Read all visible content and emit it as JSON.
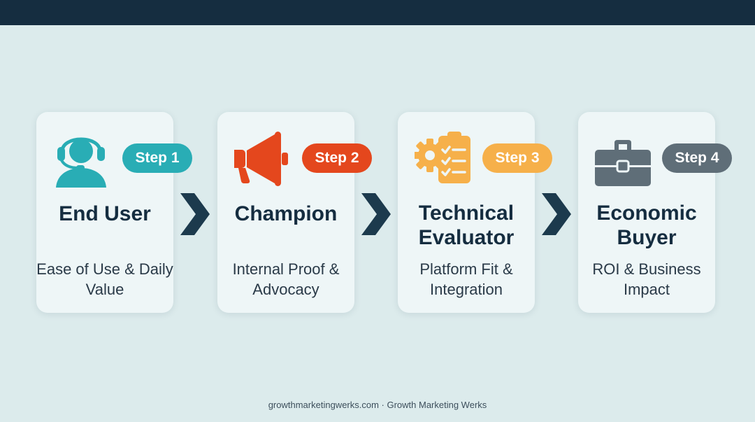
{
  "colors": {
    "background": "#dcebec",
    "header": "#152d40",
    "card": "#eef6f7",
    "chevron": "#1c3a4d"
  },
  "steps": [
    {
      "badge": "Step 1",
      "title": "End User",
      "description": "Ease of Use & Daily Value",
      "icon": "headset-user-icon",
      "color": "#29adb5"
    },
    {
      "badge": "Step 2",
      "title": "Champion",
      "description": "Internal Proof & Advocacy",
      "icon": "megaphone-icon",
      "color": "#e4471d"
    },
    {
      "badge": "Step 3",
      "title": "Technical Evaluator",
      "description": "Platform Fit & Integration",
      "icon": "gear-checklist-icon",
      "color": "#f6b04a"
    },
    {
      "badge": "Step 4",
      "title": "Economic Buyer",
      "description": "ROI & Business Impact",
      "icon": "briefcase-icon",
      "color": "#5f6e78"
    }
  ],
  "footer": "growthmarketingwerks.com · Growth Marketing Werks"
}
